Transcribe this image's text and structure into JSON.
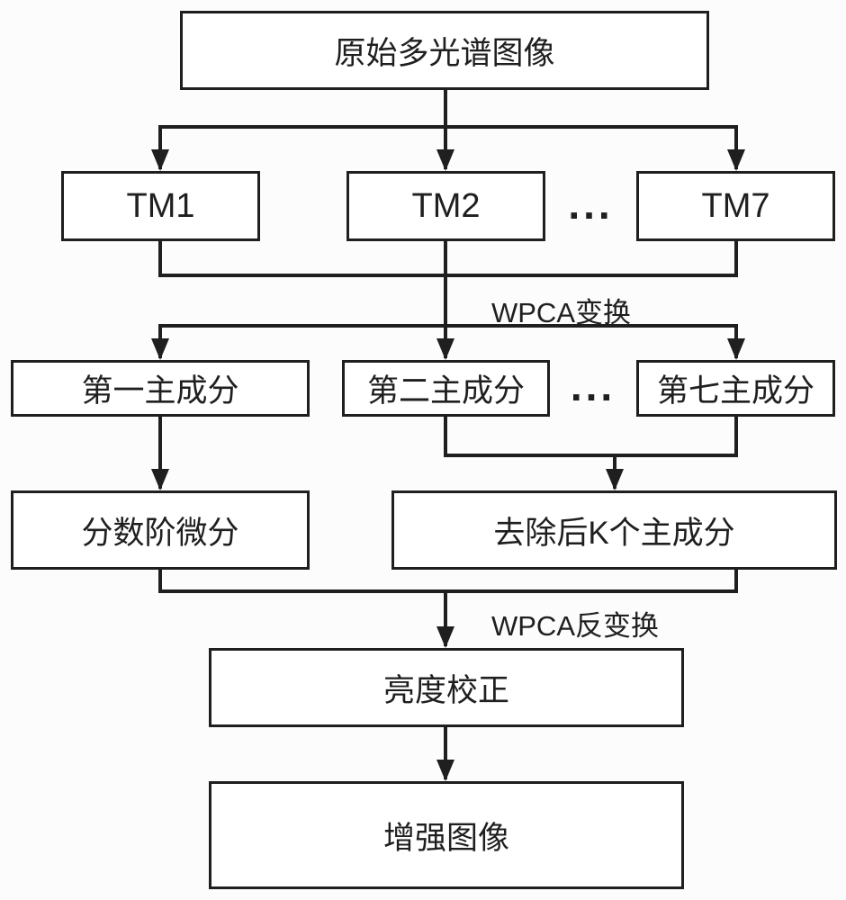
{
  "flowchart": {
    "nodes": {
      "source": "原始多光谱图像",
      "tm1": "TM1",
      "tm2": "TM2",
      "tm7": "TM7",
      "pc1": "第一主成分",
      "pc2": "第二主成分",
      "pc7": "第七主成分",
      "fractional": "分数阶微分",
      "remove_k": "去除后K个主成分",
      "brightness": "亮度校正",
      "enhanced": "增强图像"
    },
    "edge_labels": {
      "forward": "WPCA变换",
      "inverse": "WPCA反变换"
    },
    "ellipsis": "...",
    "colors": {
      "line": "#1f1f1f",
      "box_border": "#1f1f1f",
      "text": "#1f1f1f",
      "background": "#fcfcfc"
    }
  }
}
